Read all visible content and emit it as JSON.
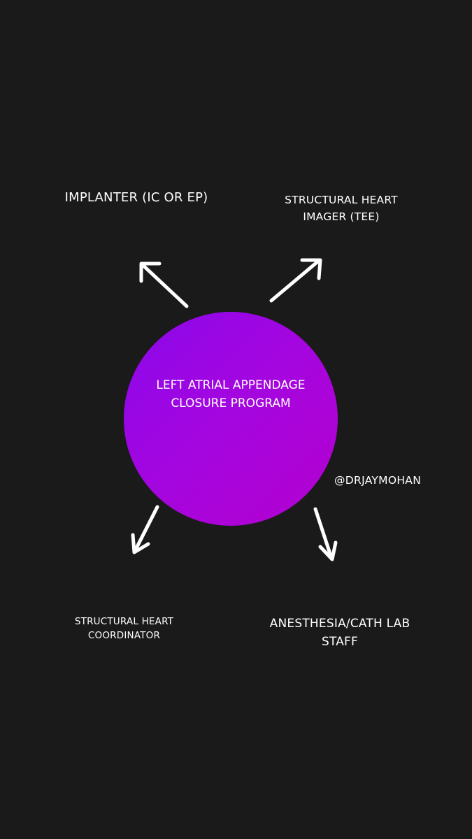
{
  "center": {
    "line1": "LEFT ATRIAL APPENDAGE",
    "line2": "CLOSURE PROGRAM",
    "fill_color_start": "#8a08ea",
    "fill_color_end": "#b400cf"
  },
  "nodes": {
    "implanter": {
      "line1": "IMPLANTER (IC OR EP)"
    },
    "imager": {
      "line1": "STRUCTURAL HEART",
      "line2": "IMAGER (TEE)"
    },
    "coordinator": {
      "line1": "STRUCTURAL HEART",
      "line2": "COORDINATOR"
    },
    "anesthesia": {
      "line1": "ANESTHESIA/CATH LAB",
      "line2": "STAFF"
    }
  },
  "handle": "@DRJAYMOHAN",
  "colors": {
    "background": "#1a1a1a",
    "text": "#ffffff",
    "arrow": "#ffffff"
  }
}
